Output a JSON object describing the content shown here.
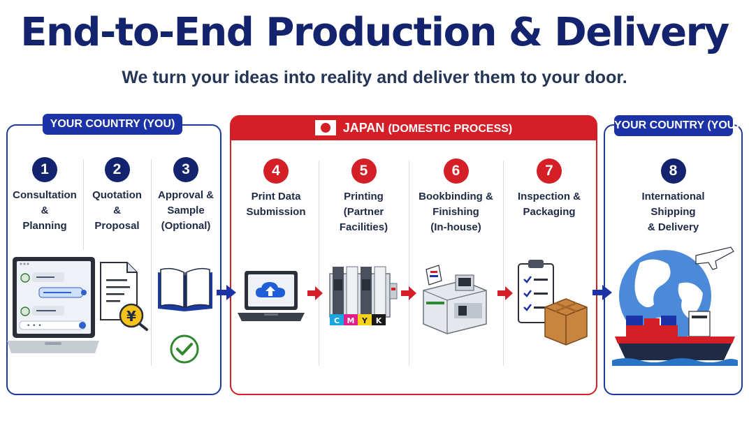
{
  "header": {
    "title": "End-to-End Production & Delivery",
    "subtitle": "We turn your ideas into reality and deliver them to your door."
  },
  "panels": {
    "left_badge": "YOUR COUNTRY (YOU)",
    "japan_badge_main": "JAPAN",
    "japan_badge_sub": "(DOMESTIC PROCESS)",
    "right_badge": "YOUR COUNTRY (YOU)"
  },
  "steps": [
    {
      "number": "1",
      "label": "Consultation\n&\nPlanning"
    },
    {
      "number": "2",
      "label": "Quotation\n&\nProposal"
    },
    {
      "number": "3",
      "label": "Approval &\nSample\n(Optional)"
    },
    {
      "number": "4",
      "label": "Print Data\nSubmission"
    },
    {
      "number": "5",
      "label": "Printing\n(Partner\nFacilities)"
    },
    {
      "number": "6",
      "label": "Bookbinding &\nFinishing\n(In-house)"
    },
    {
      "number": "7",
      "label": "Inspection &\nPackaging"
    },
    {
      "number": "8",
      "label": "International\nShipping\n& Delivery"
    }
  ],
  "icons": {
    "yen": "¥",
    "cmyk": [
      "C",
      "M",
      "Y",
      "K"
    ],
    "chat_ellipsis": "• • •"
  },
  "colors": {
    "navy": "#13236e",
    "blue": "#1b33a6",
    "red": "#d41f26"
  }
}
